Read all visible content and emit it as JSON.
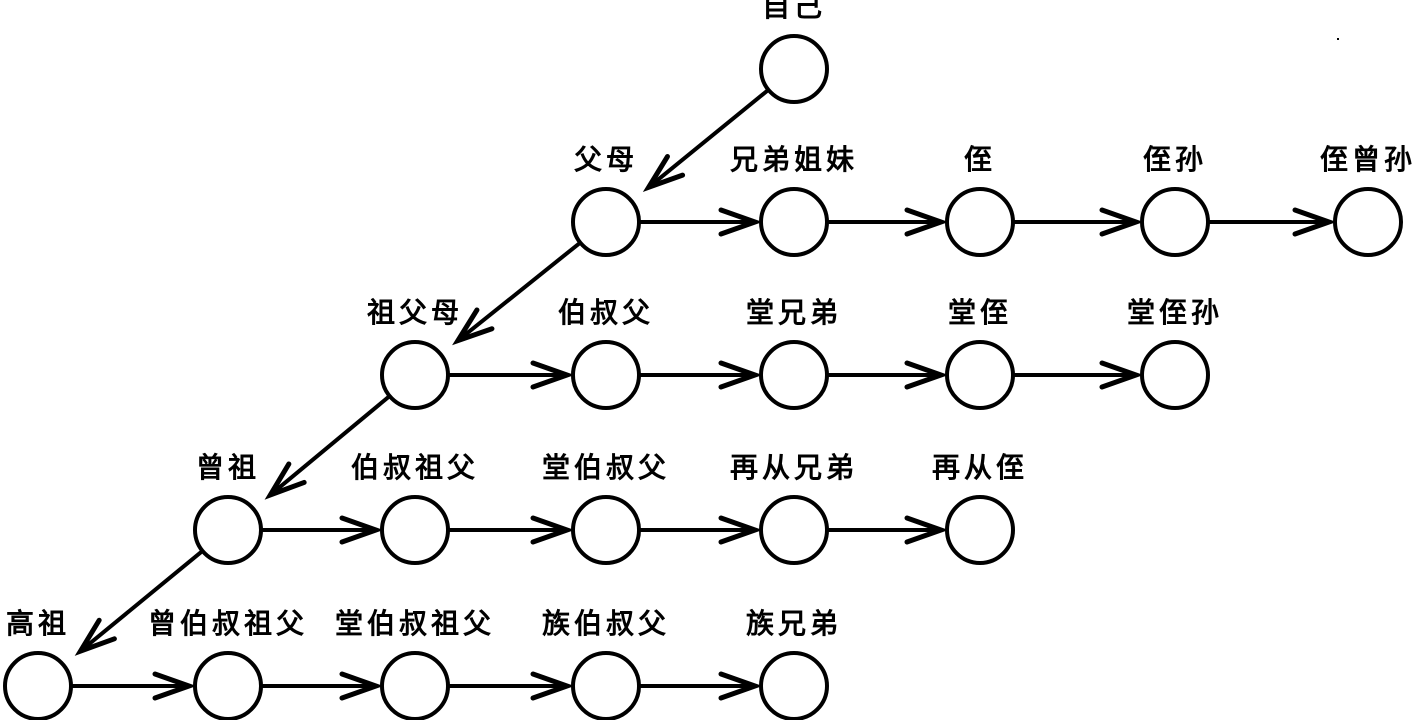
{
  "diagram": {
    "type": "kinship-tree",
    "nodes": [
      {
        "id": "self",
        "label": "自己",
        "generation": 0,
        "lineage_step": 0
      },
      {
        "id": "parents",
        "label": "父母",
        "generation": 1,
        "lineage_step": 0
      },
      {
        "id": "siblings",
        "label": "兄弟姐妹",
        "generation": 1,
        "lineage_step": 1
      },
      {
        "id": "nephew",
        "label": "侄",
        "generation": 1,
        "lineage_step": 2
      },
      {
        "id": "grandnephew",
        "label": "侄孙",
        "generation": 1,
        "lineage_step": 3
      },
      {
        "id": "great-grandnephew",
        "label": "侄曾孙",
        "generation": 1,
        "lineage_step": 4
      },
      {
        "id": "grandparents",
        "label": "祖父母",
        "generation": 2,
        "lineage_step": 0
      },
      {
        "id": "uncles",
        "label": "伯叔父",
        "generation": 2,
        "lineage_step": 1
      },
      {
        "id": "cousins",
        "label": "堂兄弟",
        "generation": 2,
        "lineage_step": 2
      },
      {
        "id": "cousin-nephew",
        "label": "堂侄",
        "generation": 2,
        "lineage_step": 3
      },
      {
        "id": "cousin-grandnephew",
        "label": "堂侄孙",
        "generation": 2,
        "lineage_step": 4
      },
      {
        "id": "great-grandfather",
        "label": "曾祖",
        "generation": 3,
        "lineage_step": 0
      },
      {
        "id": "granduncles",
        "label": "伯叔祖父",
        "generation": 3,
        "lineage_step": 1
      },
      {
        "id": "cousin-uncles",
        "label": "堂伯叔父",
        "generation": 3,
        "lineage_step": 2
      },
      {
        "id": "second-cousins",
        "label": "再从兄弟",
        "generation": 3,
        "lineage_step": 3
      },
      {
        "id": "second-cousin-nephew",
        "label": "再从侄",
        "generation": 3,
        "lineage_step": 4
      },
      {
        "id": "great-great-grandfather",
        "label": "高祖",
        "generation": 4,
        "lineage_step": 0
      },
      {
        "id": "great-granduncles",
        "label": "曾伯叔祖父",
        "generation": 4,
        "lineage_step": 1
      },
      {
        "id": "cousin-granduncles",
        "label": "堂伯叔祖父",
        "generation": 4,
        "lineage_step": 2
      },
      {
        "id": "clan-uncles",
        "label": "族伯叔父",
        "generation": 4,
        "lineage_step": 3
      },
      {
        "id": "clan-brothers",
        "label": "族兄弟",
        "generation": 4,
        "lineage_step": 4
      }
    ],
    "edges": [
      {
        "from": "self",
        "to": "parents"
      },
      {
        "from": "parents",
        "to": "siblings"
      },
      {
        "from": "siblings",
        "to": "nephew"
      },
      {
        "from": "nephew",
        "to": "grandnephew"
      },
      {
        "from": "grandnephew",
        "to": "great-grandnephew"
      },
      {
        "from": "parents",
        "to": "grandparents"
      },
      {
        "from": "grandparents",
        "to": "uncles"
      },
      {
        "from": "uncles",
        "to": "cousins"
      },
      {
        "from": "cousins",
        "to": "cousin-nephew"
      },
      {
        "from": "cousin-nephew",
        "to": "cousin-grandnephew"
      },
      {
        "from": "grandparents",
        "to": "great-grandfather"
      },
      {
        "from": "great-grandfather",
        "to": "granduncles"
      },
      {
        "from": "granduncles",
        "to": "cousin-uncles"
      },
      {
        "from": "cousin-uncles",
        "to": "second-cousins"
      },
      {
        "from": "second-cousins",
        "to": "second-cousin-nephew"
      },
      {
        "from": "great-grandfather",
        "to": "great-great-grandfather"
      },
      {
        "from": "great-great-grandfather",
        "to": "great-granduncles"
      },
      {
        "from": "great-granduncles",
        "to": "cousin-granduncles"
      },
      {
        "from": "cousin-granduncles",
        "to": "clan-uncles"
      },
      {
        "from": "clan-uncles",
        "to": "clan-brothers"
      }
    ]
  }
}
